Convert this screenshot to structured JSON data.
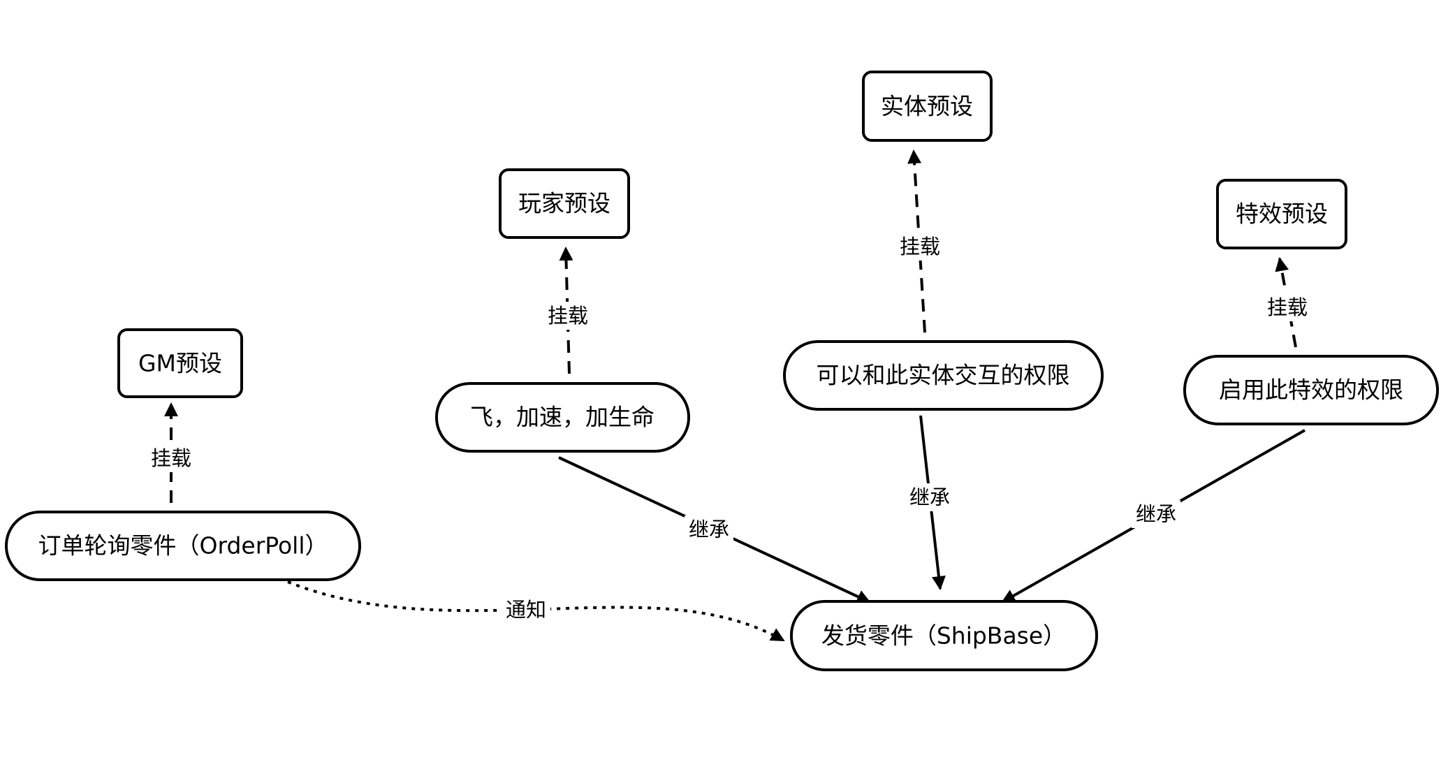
{
  "nodes": {
    "gm_preset": "GM预设",
    "player_preset": "玩家预设",
    "entity_preset": "实体预设",
    "effect_preset": "特效预设",
    "order_poll": "订单轮询零件（OrderPoll）",
    "fly_speed_health": "飞，加速，加生命",
    "entity_interact_permission": "可以和此实体交互的权限",
    "effect_enable_permission": "启用此特效的权限",
    "ship_base": "发货零件（ShipBase）"
  },
  "edges": {
    "mount_gm": "挂载",
    "mount_player": "挂载",
    "mount_entity": "挂载",
    "mount_effect": "挂载",
    "inherit_fly": "继承",
    "inherit_entity": "继承",
    "inherit_effect": "继承",
    "notify": "通知"
  },
  "colors": {
    "stroke": "#000000",
    "background": "#ffffff"
  }
}
